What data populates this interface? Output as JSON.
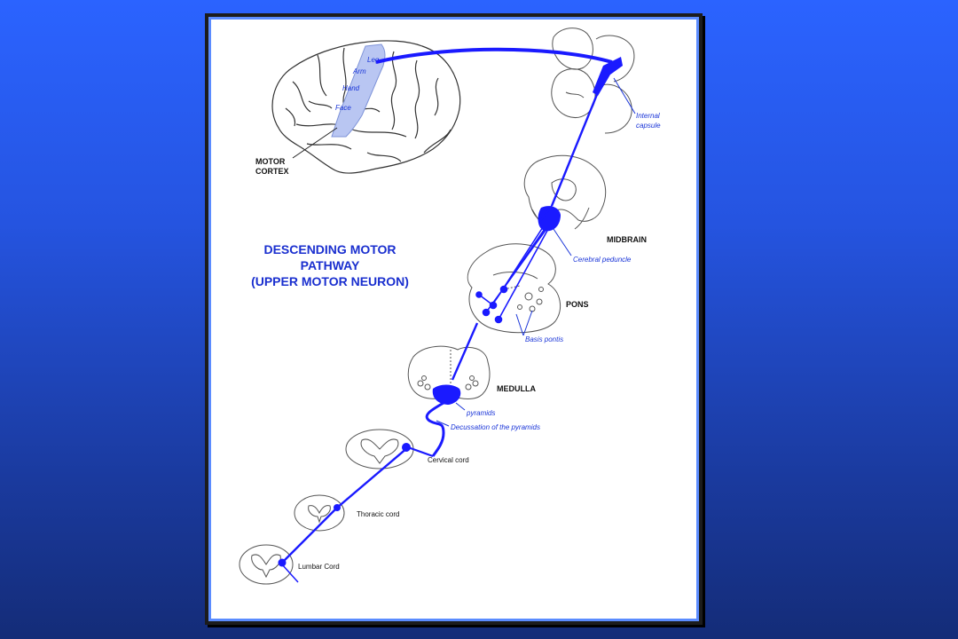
{
  "diagram": {
    "title_lines": [
      "DESCENDING MOTOR",
      "PATHWAY",
      "(UPPER MOTOR NEURON)"
    ],
    "cortex_regions": [
      "Leg",
      "Arm",
      "Hand",
      "Face"
    ],
    "motor_cortex_lines": [
      "MOTOR",
      "CORTEX"
    ],
    "internal_capsule_lines": [
      "Internal",
      "capsule"
    ],
    "levels": {
      "midbrain": "MIDBRAIN",
      "pons": "PONS",
      "medulla": "MEDULLA",
      "cervical": "Cervical cord",
      "thoracic": "Thoracic cord",
      "lumbar": "Lumbar Cord"
    },
    "structures": {
      "cerebral_peduncle": "Cerebral peduncle",
      "basis_pontis": "Basis pontis",
      "pyramids": "pyramids",
      "decussation": "Decussation of the pyramids"
    },
    "colors": {
      "pathway": "#1a1aff",
      "label_blue": "#1a35d8",
      "cortex_highlight": "#b9c6f2",
      "slide_border": "#5b8cff"
    }
  }
}
